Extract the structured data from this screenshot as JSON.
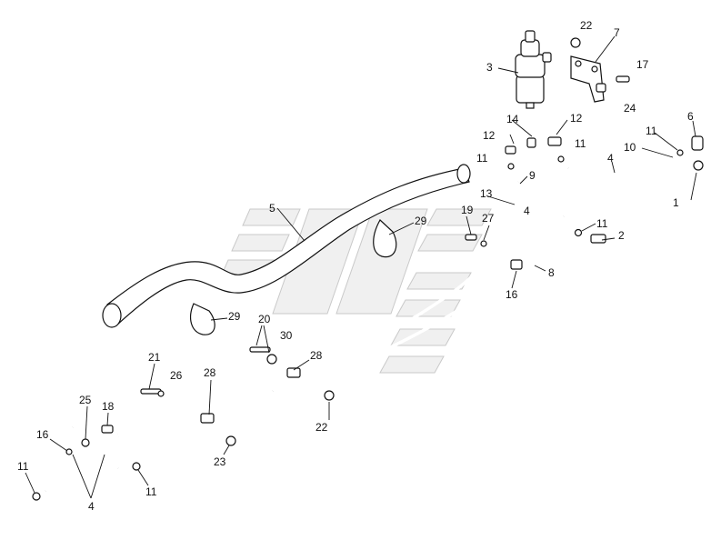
{
  "callouts": {
    "c1": "1",
    "c2": "2",
    "c3": "3",
    "c4a": "4",
    "c4b": "4",
    "c4c": "4",
    "c5": "5",
    "c6": "6",
    "c7": "7",
    "c8": "8",
    "c9": "9",
    "c10": "10",
    "c11a": "11",
    "c11b": "11",
    "c11c": "11",
    "c11d": "11",
    "c11e": "11",
    "c11f": "11",
    "c12a": "12",
    "c12b": "12",
    "c13": "13",
    "c14": "14",
    "c16a": "16",
    "c16b": "16",
    "c17": "17",
    "c18": "18",
    "c19": "19",
    "c20": "20",
    "c21": "21",
    "c22a": "22",
    "c22b": "22",
    "c23": "23",
    "c24": "24",
    "c25": "25",
    "c26": "26",
    "c27": "27",
    "c28a": "28",
    "c28b": "28",
    "c29a": "29",
    "c29b": "29",
    "c30": "30"
  }
}
